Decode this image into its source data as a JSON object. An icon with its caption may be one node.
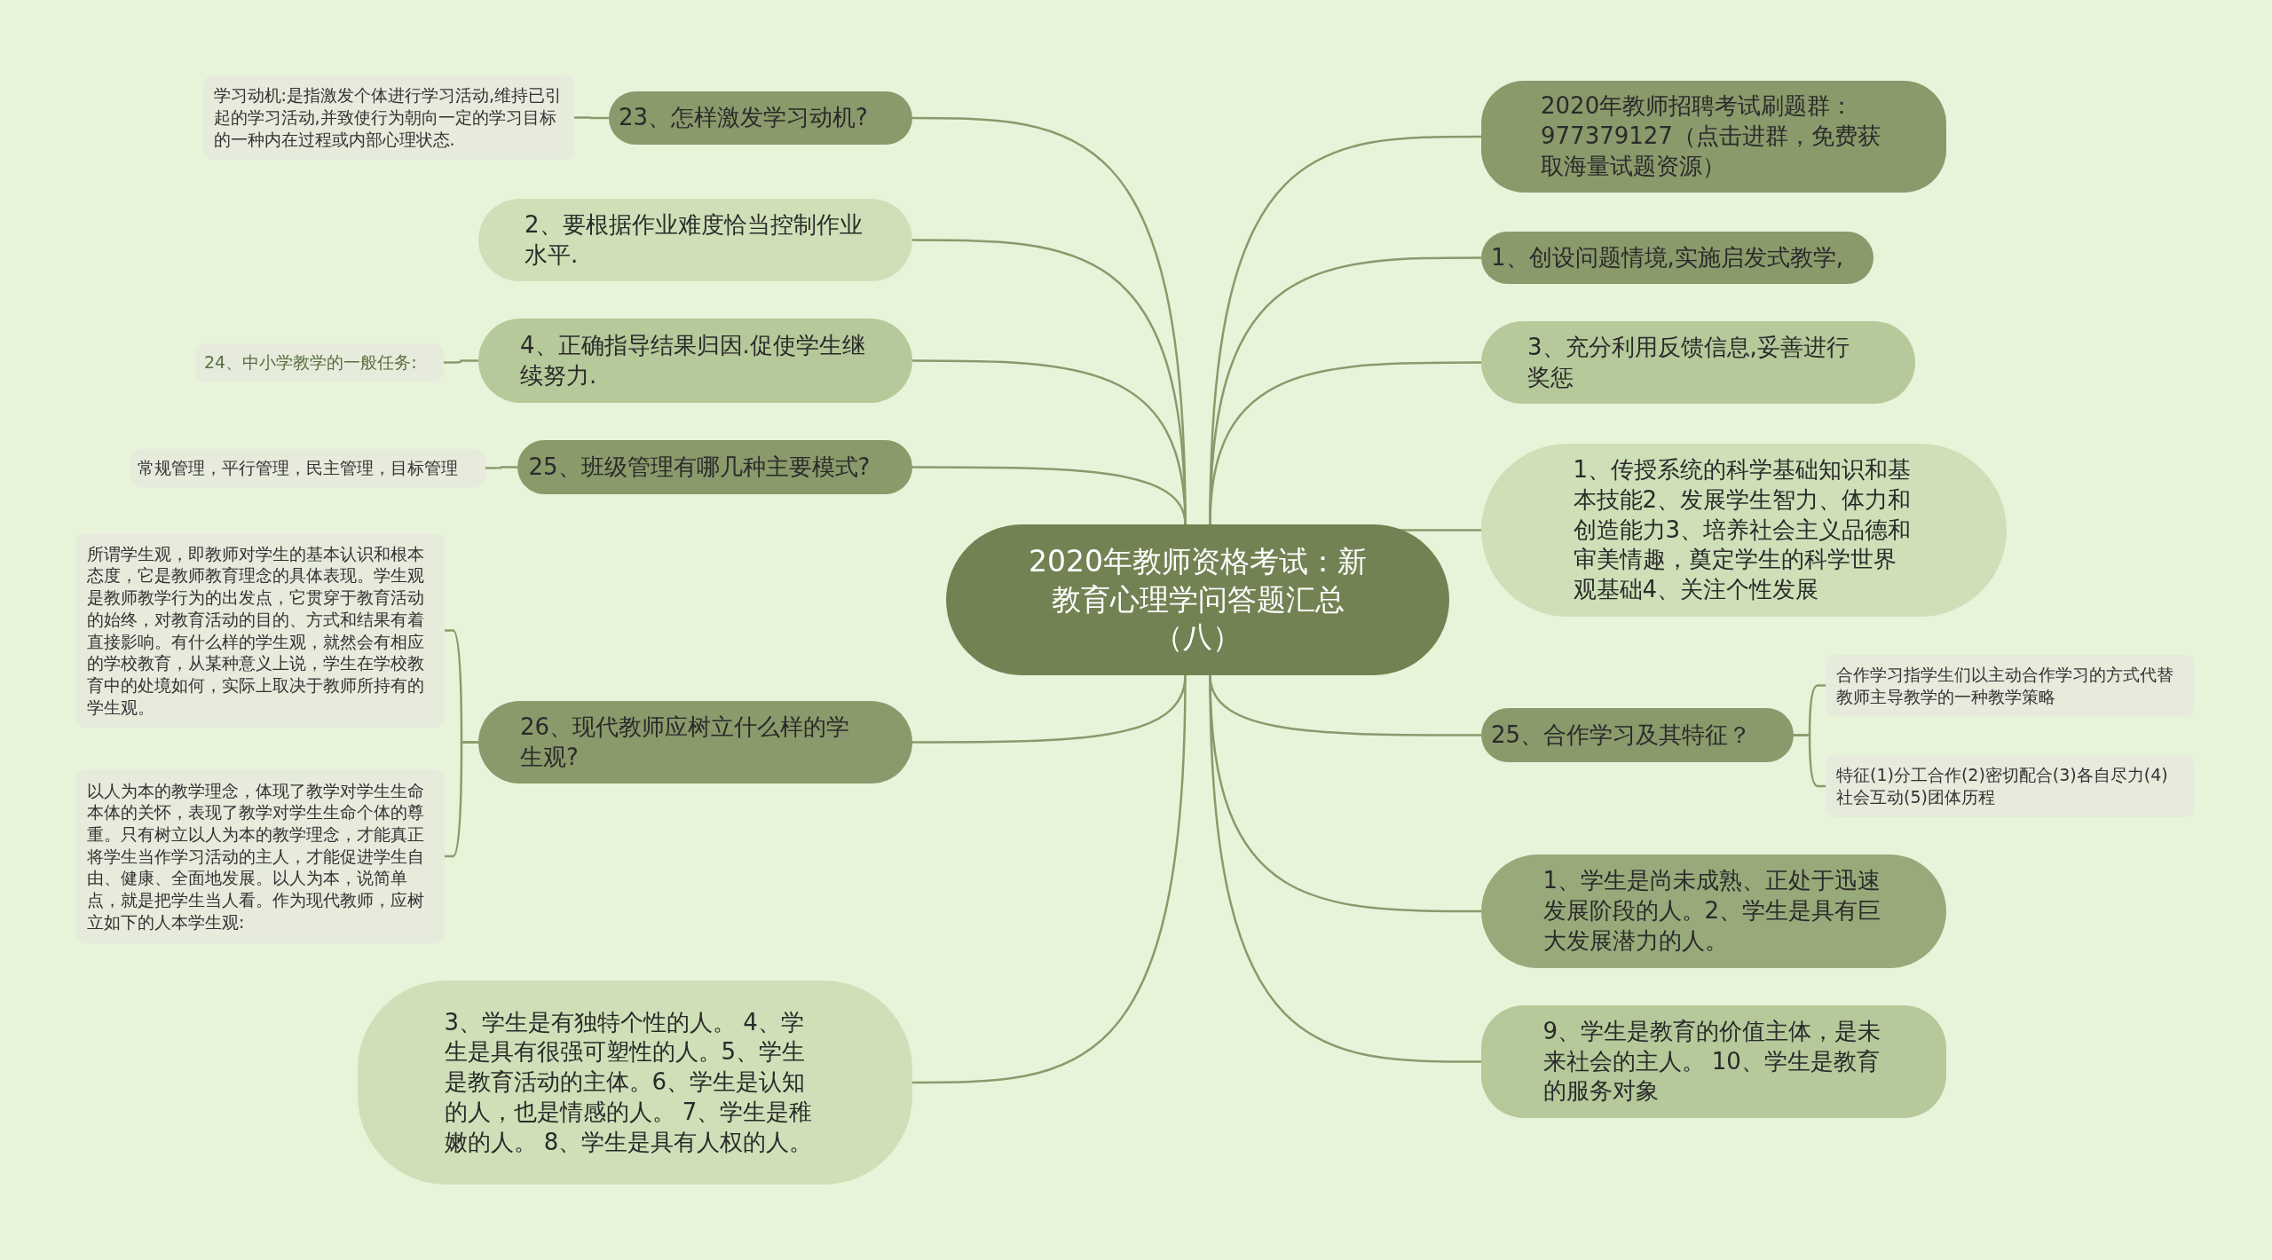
{
  "diagram": {
    "nodes": [
      {
        "text": [
          "2020年教师资格考试：新教育心理学问答题汇总（八）"
        ]
      },
      {
        "text": [
          "23、怎样激发学习动机?"
        ]
      },
      {
        "text": [
          "学习动机:是指激发个体进行学习活动,维持已引起的学习活动,并致使行为朝向一定的学习目标的一种内在过程或内部心理状态."
        ]
      },
      {
        "text": [
          "2、要根据作业难度恰当控制作业水平."
        ]
      },
      {
        "text": [
          "4、正确指导结果归因.促使学生继续努力."
        ]
      },
      {
        "text": [
          "24、中小学教学的一般任务:"
        ]
      },
      {
        "text": [
          "25、班级管理有哪几种主要模式?"
        ]
      },
      {
        "text": [
          "常规管理，平行管理，民主管理，目标管理"
        ]
      },
      {
        "text": [
          "26、现代教师应树立什么样的学生观?"
        ]
      },
      {
        "text": [
          "所谓学生观，即教师对学生的基本认识和根本态度，它是教师教育理念的具体表现。学生观是教师教学行为的出发点，它贯穿于教育活动的始终，对教育活动的目的、方式和结果有着直接影响。有什么样的学生观，就然会有相应的学校教育，从某种意义上说，学生在学校教育中的处境如何，实际上取决于教师所持有的学生观。"
        ]
      },
      {
        "text": [
          "以人为本的教学理念，体现了教学对学生生命本体的关怀，表现了教学对学生生命个体的尊重。只有树立以人为本的教学理念，才能真正将学生当作学习活动的主人，才能促进学生自由、健康、全面地发展。以人为本，说简单点，就是把学生当人看。作为现代教师，应树立如下的人本学生观:"
        ]
      },
      {
        "text": [
          "3、学生是有独特个性的人。  4、学生是具有很强可塑性的人。5、学生是教育活动的主体。6、学生是认知的人，也是情感的人。  7、学生是稚嫩的人。  8、学生是具有人权的人。"
        ]
      },
      {
        "text": [
          "2020年教师招聘考试刷题群：977379127（点击进群，免费获取海量试题资源）"
        ]
      },
      {
        "text": [
          "1、创设问题情境,实施启发式教学,"
        ]
      },
      {
        "text": [
          "3、充分利用反馈信息,妥善进行奖惩"
        ]
      },
      {
        "text": [
          "1、传授系统的科学基础知识和基本技能2、发展学生智力、体力和创造能力3、培养社会主义品德和审美情趣，奠定学生的科学世界观基础4、关注个性发展"
        ]
      },
      {
        "text": [
          "25、合作学习及其特征？"
        ]
      },
      {
        "text": [
          "合作学习指学生们以主动合作学习的方式代替教师主导教学的一种教学策略"
        ]
      },
      {
        "text": [
          "特征(1)分工合作(2)密切配合(3)各自尽力(4)社会互动(5)团体历程"
        ]
      },
      {
        "text": [
          "1、学生是尚未成熟、正处于迅速发展阶段的人。2、学生是具有巨大发展潜力的人。"
        ]
      },
      {
        "text": [
          "9、学生是教育的价值主体，是未来社会的主人。  10、学生是教育的服务对象"
        ]
      }
    ],
    "edges": [
      {
        "from": 0,
        "to": 1,
        "arrow": "none"
      },
      {
        "from": 1,
        "to": 2,
        "arrow": "none"
      },
      {
        "from": 0,
        "to": 3,
        "arrow": "none"
      },
      {
        "from": 0,
        "to": 4,
        "arrow": "none"
      },
      {
        "from": 4,
        "to": 5,
        "arrow": "none"
      },
      {
        "from": 0,
        "to": 6,
        "arrow": "none"
      },
      {
        "from": 6,
        "to": 7,
        "arrow": "none"
      },
      {
        "from": 0,
        "to": 8,
        "arrow": "none"
      },
      {
        "from": 8,
        "to": 9,
        "arrow": "none"
      },
      {
        "from": 8,
        "to": 10,
        "arrow": "none"
      },
      {
        "from": 0,
        "to": 11,
        "arrow": "none"
      },
      {
        "from": 0,
        "to": 12,
        "arrow": "none"
      },
      {
        "from": 0,
        "to": 13,
        "arrow": "none"
      },
      {
        "from": 0,
        "to": 14,
        "arrow": "none"
      },
      {
        "from": 0,
        "to": 15,
        "arrow": "none"
      },
      {
        "from": 0,
        "to": 16,
        "arrow": "none"
      },
      {
        "from": 16,
        "to": 17,
        "arrow": "none"
      },
      {
        "from": 16,
        "to": 18,
        "arrow": "none"
      },
      {
        "from": 0,
        "to": 19,
        "arrow": "none"
      },
      {
        "from": 0,
        "to": 20,
        "arrow": "none"
      }
    ]
  }
}
